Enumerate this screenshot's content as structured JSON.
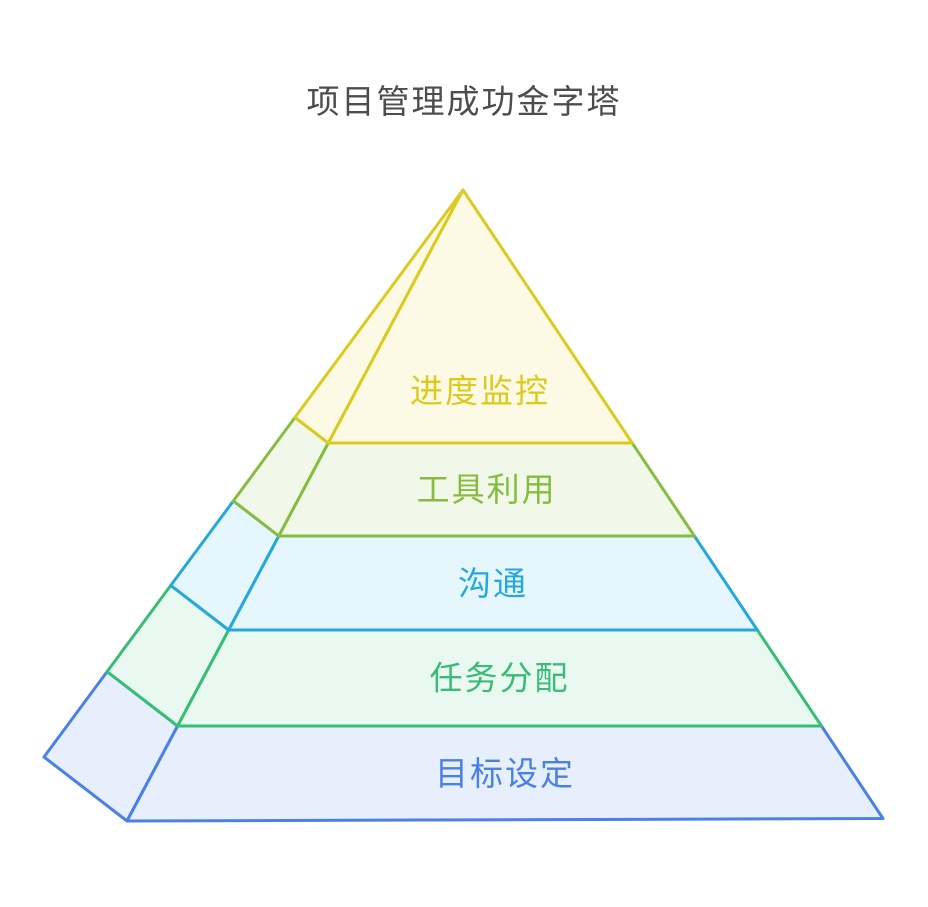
{
  "title": "项目管理成功金字塔",
  "title_color": "#4D4D4D",
  "background": "#FFFFFF",
  "chart_data": {
    "type": "pyramid",
    "title": "项目管理成功金字塔",
    "levels_top_to_bottom": [
      "进度监控",
      "工具利用",
      "沟通",
      "任务分配",
      "目标设定"
    ],
    "levels": [
      {
        "label": "进度监控",
        "color": "#DCCB1E",
        "fill": "#FCF9E5"
      },
      {
        "label": "工具利用",
        "color": "#86BD40",
        "fill": "#F2F8E9"
      },
      {
        "label": "沟通",
        "color": "#27A8DA",
        "fill": "#E5F6FC"
      },
      {
        "label": "任务分配",
        "color": "#3ABC78",
        "fill": "#E9F8F1"
      },
      {
        "label": "目标设定",
        "color": "#4B81E4",
        "fill": "#E7EEFC"
      }
    ]
  }
}
